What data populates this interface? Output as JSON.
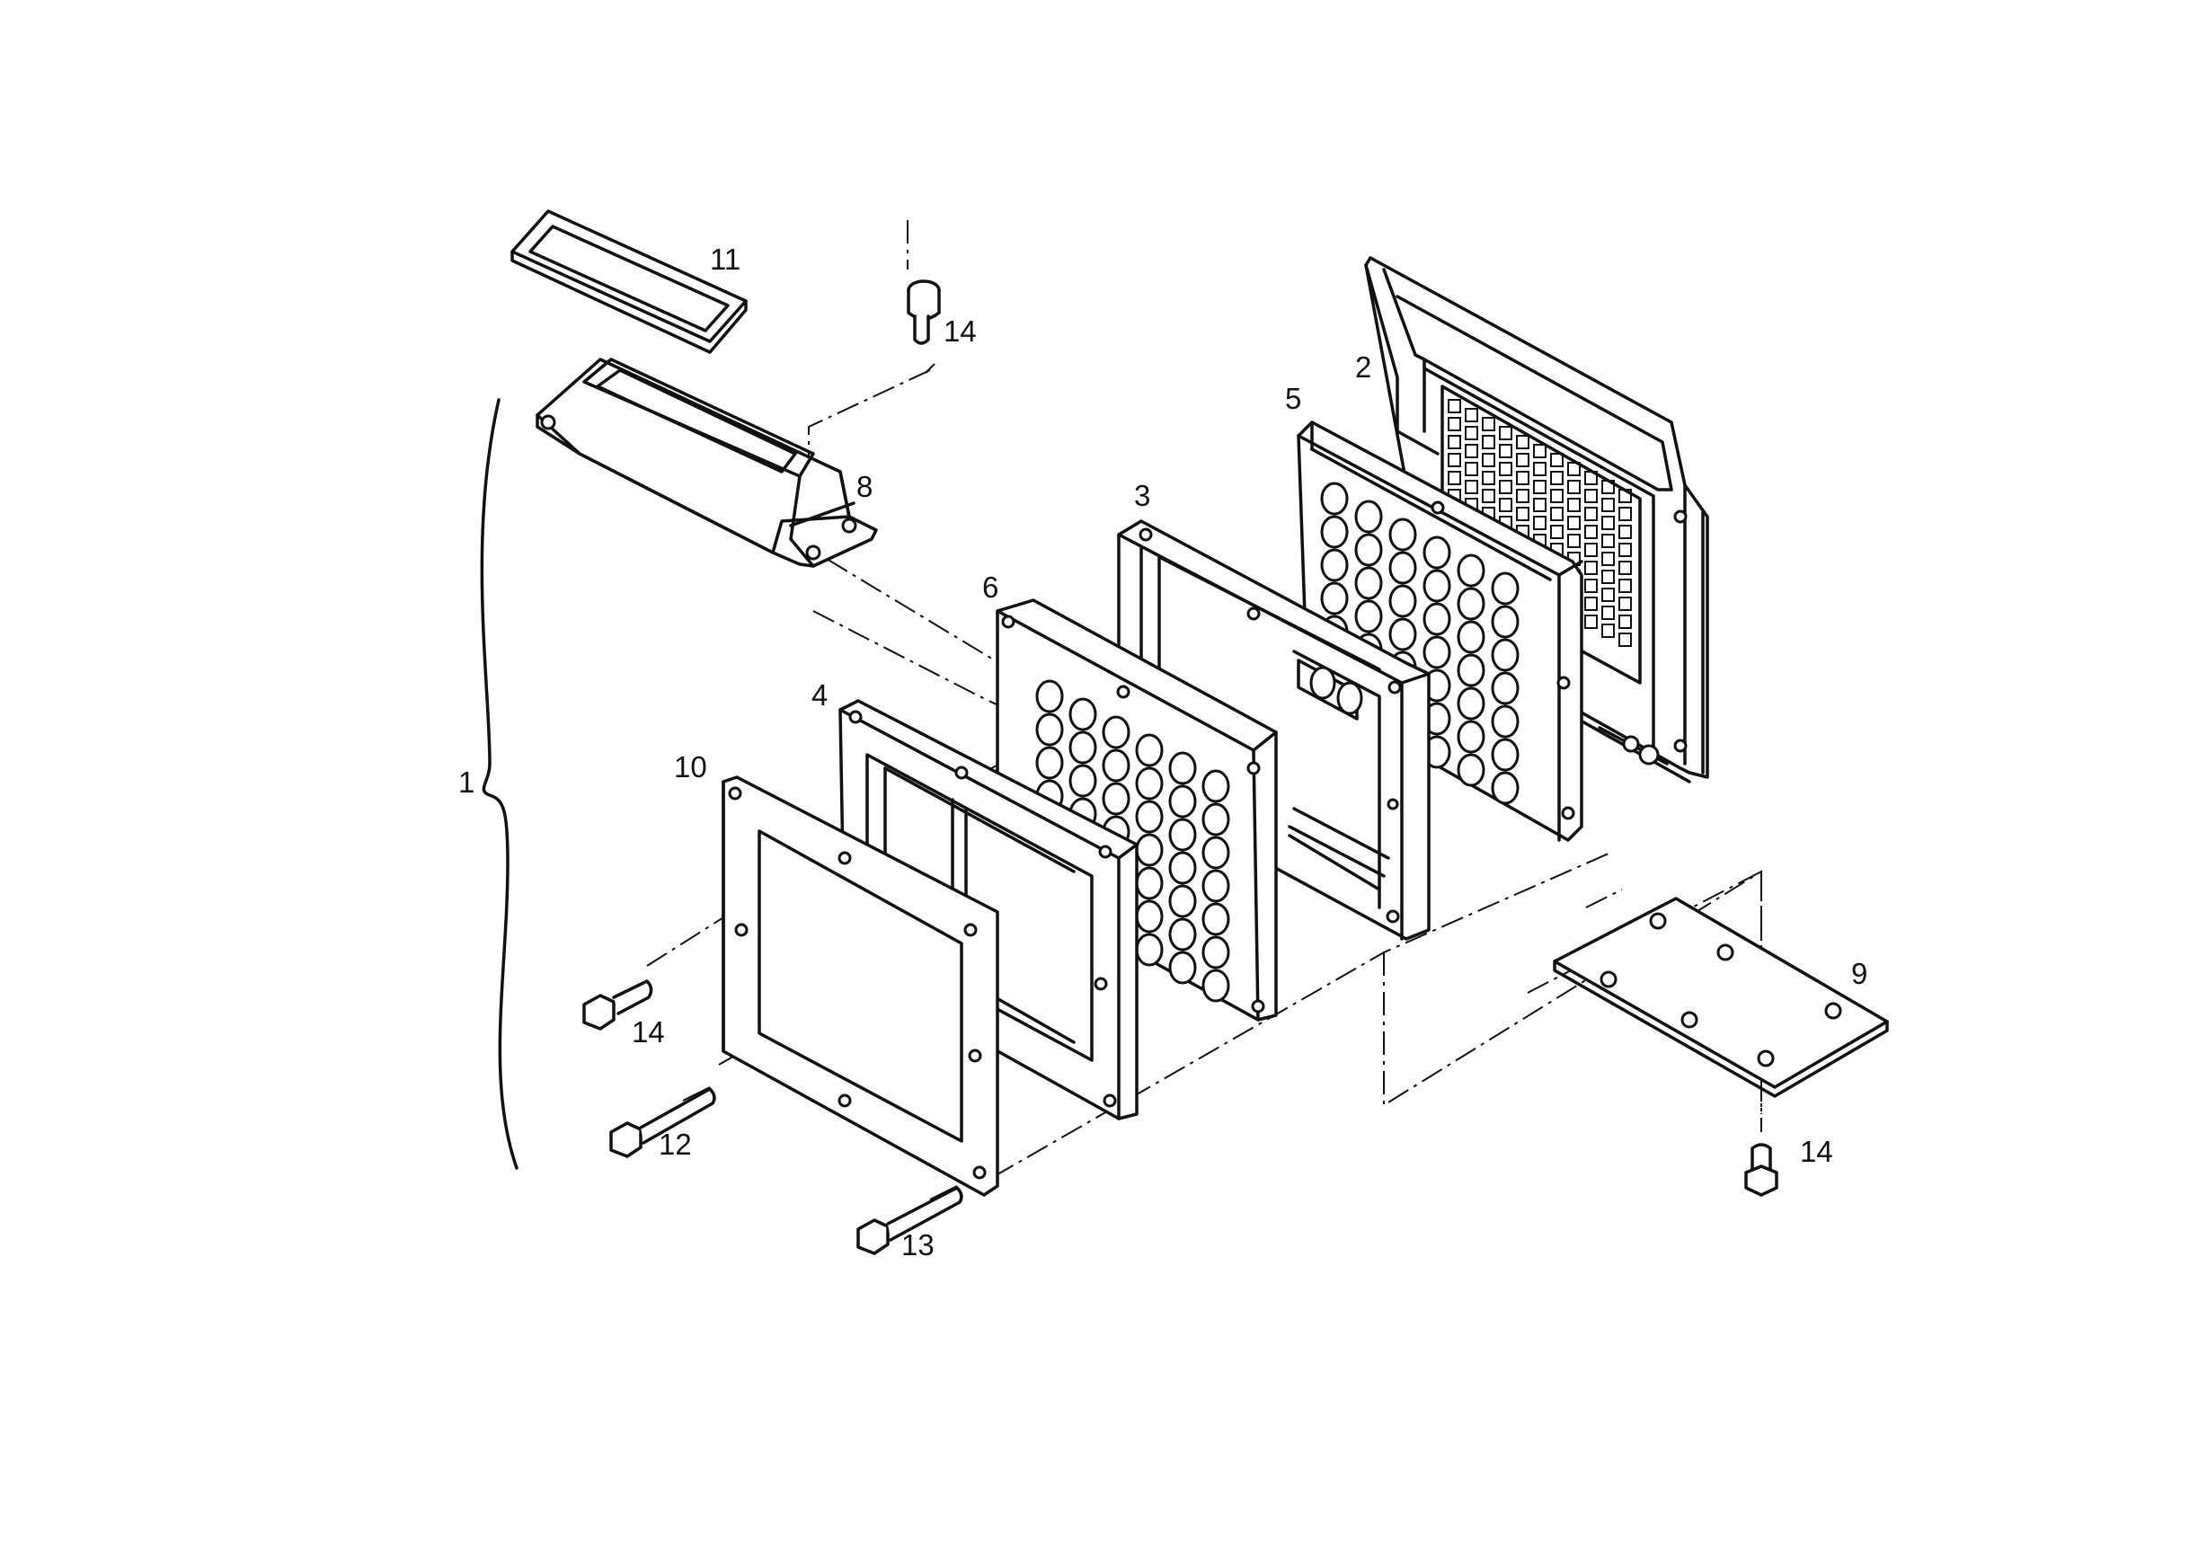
{
  "callouts": {
    "assembly": "1",
    "frame_cover": "2",
    "frame_3": "3",
    "frame_4": "4",
    "grommet_plate_5": "5",
    "grommet_plate_6": "6",
    "hood": "8",
    "cover_plate": "9",
    "gasket_10": "10",
    "gasket_11": "11",
    "bolt_12": "12",
    "bolt_13": "13",
    "screw_14_top": "14",
    "screw_14_left": "14",
    "screw_14_right": "14"
  }
}
